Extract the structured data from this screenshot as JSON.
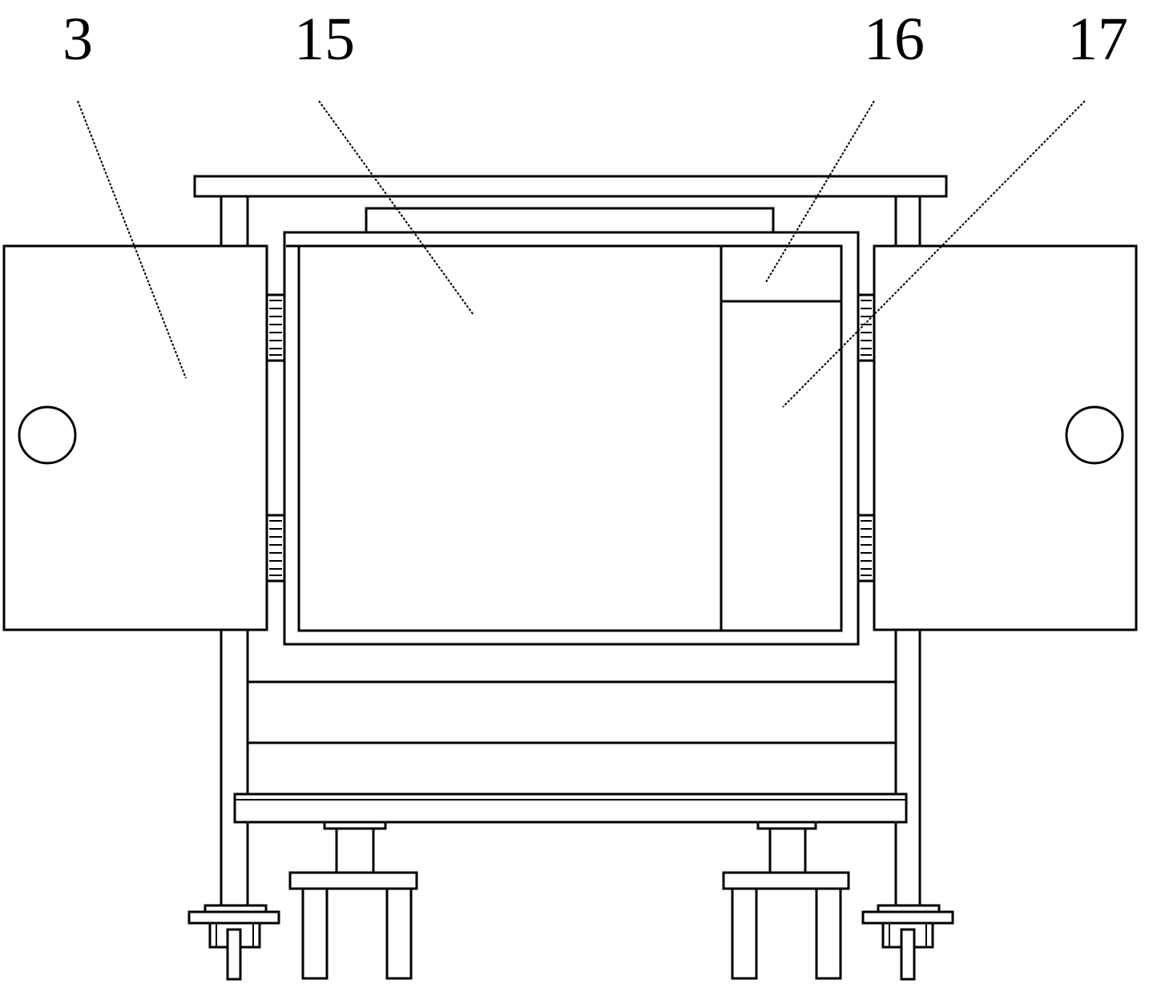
{
  "labels": {
    "part_3": "3",
    "part_15": "15",
    "part_16": "16",
    "part_17": "17"
  }
}
